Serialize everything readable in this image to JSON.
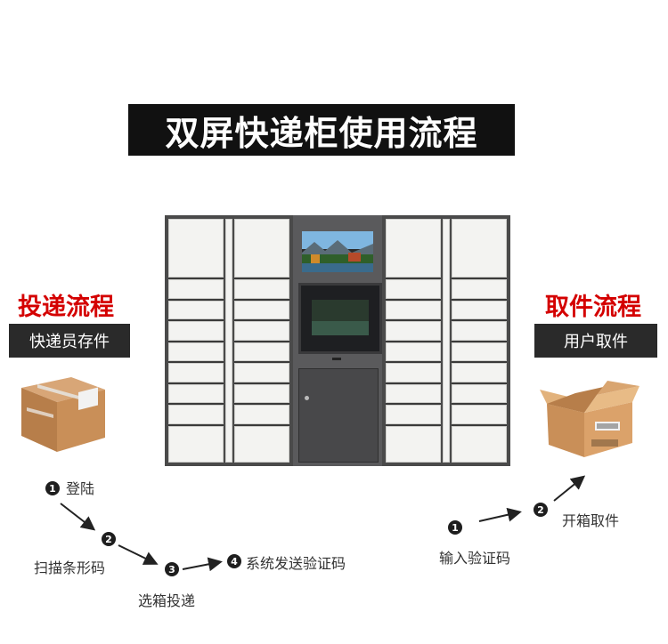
{
  "title": "双屏快递柜使用流程",
  "left": {
    "heading": "投递流程",
    "subheading": "快递员存件",
    "steps": [
      {
        "num": "1",
        "label": "登陆"
      },
      {
        "num": "2",
        "label": "扫描条形码"
      },
      {
        "num": "3",
        "label": "选箱投递"
      },
      {
        "num": "4",
        "label": "系统发送验证码"
      }
    ]
  },
  "right": {
    "heading": "取件流程",
    "subheading": "用户取件",
    "steps": [
      {
        "num": "1",
        "label": "输入验证码"
      },
      {
        "num": "2",
        "label": "开箱取件"
      }
    ]
  },
  "colors": {
    "accent_red": "#d40000",
    "dark": "#111111",
    "cabinet_frame": "#4a4a4a",
    "locker_door": "#f3f3f1",
    "box": "#c08a55"
  },
  "icons": [
    "closed-box-icon",
    "open-box-icon",
    "arrow-icon"
  ]
}
